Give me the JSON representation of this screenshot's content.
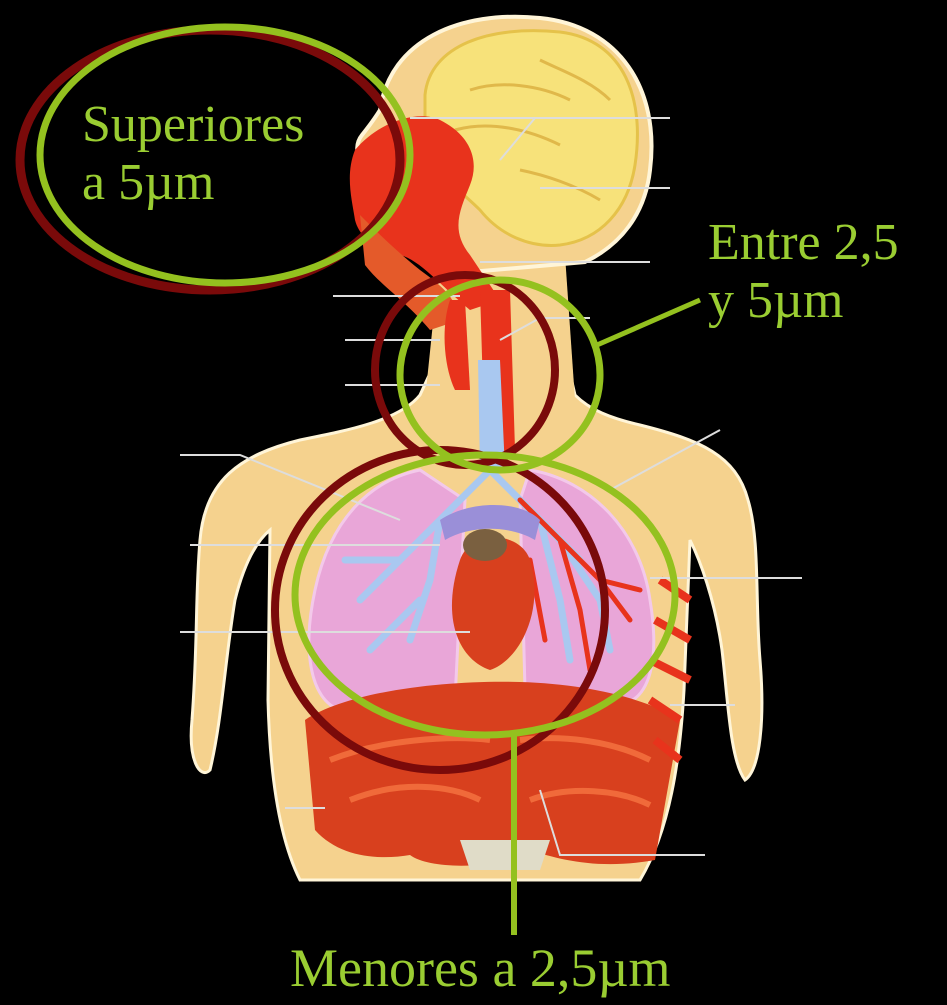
{
  "annotations": {
    "upper": {
      "line1": "Superiores",
      "line2": "a 5µm"
    },
    "middle": {
      "line1": "Entre 2,5",
      "line2": "y 5µm"
    },
    "lower": {
      "line1": "Menores a 2,5µm"
    }
  },
  "colors": {
    "background": "#000000",
    "label_text": "#9ACD32",
    "ring_green": "#94C11F",
    "ring_darkred": "#7A0A0A",
    "skin": "#F5D28E",
    "brain": "#F7E27A",
    "airway_red": "#E8331C",
    "lung_pink": "#E9A6D8",
    "bronchi_blue": "#A9C8F0",
    "muscle_red": "#D8401E"
  },
  "icons": [
    "respiratory-system-illustration"
  ]
}
